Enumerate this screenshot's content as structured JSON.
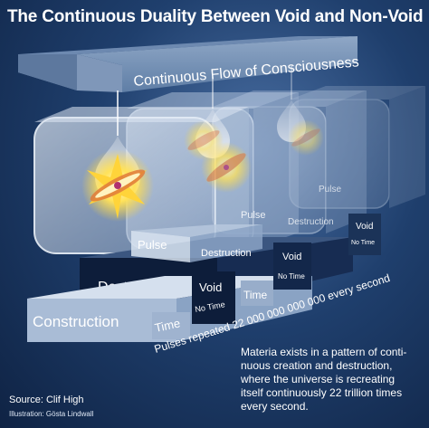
{
  "title": "The Continuous Duality Between Void and Non-Void",
  "flow_label": "Continuous Flow of Consciousness",
  "pulse_label": "Pulse",
  "destruction_label": "Destruction",
  "construction_label": "Construction",
  "void_label": "Void",
  "no_time_label": "No Time",
  "time_label": "Time",
  "pulses_text": "Pulses repeated 22 000 000 000 000 every second",
  "caption": "Materia exists in a pattern of continuous creation and destruction, where the universe is recreating itself continuously 22 trillion times every second.",
  "caption_lines": [
    "Materia exists in a pattern of conti-",
    "nuous creation and destruction,",
    "where the universe is recreating",
    "itself continuously 22 trillion times",
    "every second."
  ],
  "source": "Source: Clif High",
  "credit": "Illustration: Gösta Lindwall",
  "colors": {
    "background": "#1f3f6d",
    "cube": "#c9d7ea",
    "destruction_bar": "#0d1d3a",
    "construction_bar": "#a9bcd6",
    "star": "#ffd43a"
  }
}
